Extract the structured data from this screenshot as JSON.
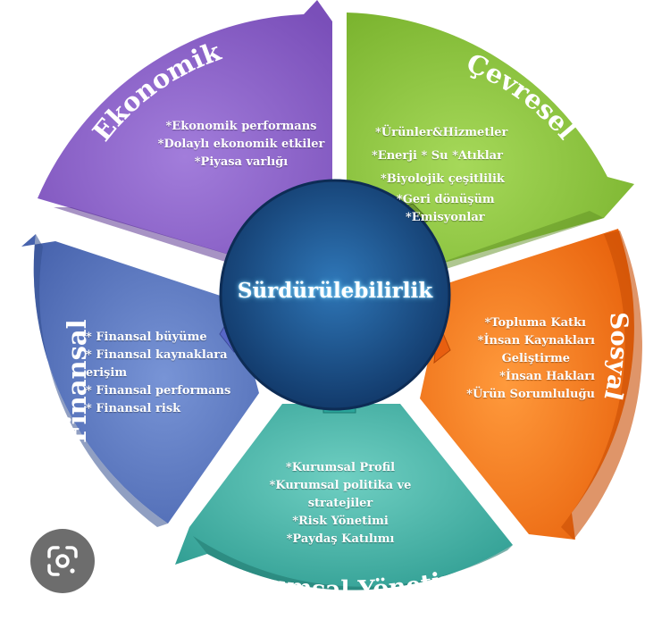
{
  "center": {
    "title": "Sürdürülebilirlik"
  },
  "segments": {
    "ekonomik": {
      "title": "Ekonomik",
      "color": "#8a5fc7",
      "items": [
        "*Ekonomik performans",
        "*Dolaylı ekonomik etkiler",
        "*Piyasa varlığı"
      ]
    },
    "cevresel": {
      "title": "Çevresel",
      "color": "#8dc63f",
      "items": [
        "*Ürünler&Hizmetler",
        "*Enerji  * Su *Atıklar",
        "*Biyolojik çeşitlilik",
        "*Geri dönüşüm",
        "*Emisyonlar"
      ]
    },
    "sosyal": {
      "title": "Sosyal",
      "color": "#f07a1a",
      "items": [
        "*Topluma Katkı",
        "*İnsan Kaynakları",
        "Geliştirme",
        "*İnsan Hakları",
        "*Ürün Sorumluluğu"
      ]
    },
    "kurumsal": {
      "title": "Kurumsal Yönetim",
      "color": "#45b3a6",
      "items": [
        "*Kurumsal Profil",
        "*Kurumsal politika ve",
        "stratejiler",
        "*Risk Yönetimi",
        "*Paydaş Katılımı"
      ]
    },
    "finansal": {
      "title": "Finansal",
      "color": "#5b78bf",
      "items": [
        "* Finansal büyüme",
        "* Finansal kaynaklara",
        "erişim",
        "* Finansal performans",
        "* Finansal risk"
      ]
    }
  },
  "lens_icon": "google-lens-icon"
}
